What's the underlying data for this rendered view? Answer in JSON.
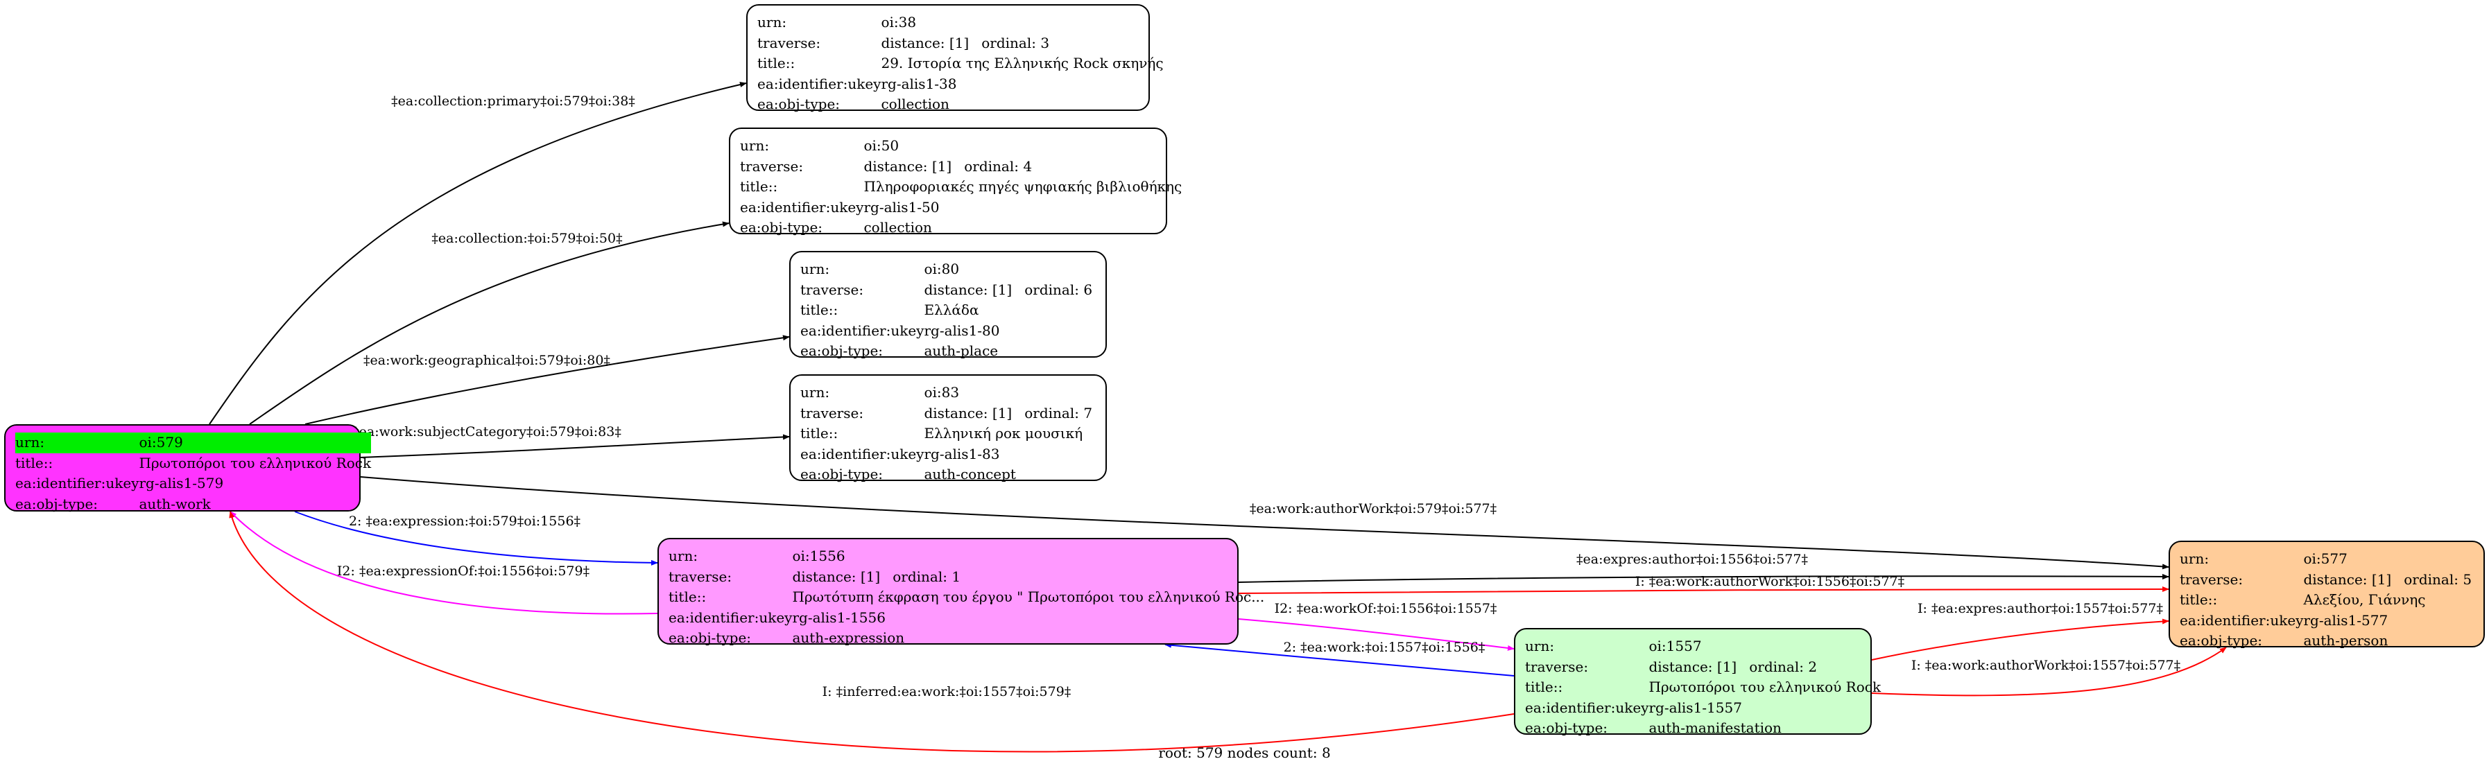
{
  "nodes": [
    {
      "id": "oi579",
      "bg": "#ff33ff",
      "highlight_first_row": true,
      "rows": [
        {
          "k": "urn:",
          "v": "oi:579"
        },
        {
          "k": "title::",
          "v": "Πρωτοπόροι του ελληνικού Rock"
        },
        {
          "k": "ea:identifier:ukey",
          "v": "rg-alis1-579"
        },
        {
          "k": "ea:obj-type:",
          "v": "auth-work"
        }
      ]
    },
    {
      "id": "oi38",
      "bg": "#ffffff",
      "rows": [
        {
          "k": "urn:",
          "v": "oi:38"
        },
        {
          "k": "traverse:",
          "v": "distance: [1]",
          "v2": "ordinal: 3"
        },
        {
          "k": "title::",
          "v": "29. Ιστορία της Ελληνικής Rock σκηνής"
        },
        {
          "k": "ea:identifier:ukey",
          "v": "rg-alis1-38"
        },
        {
          "k": "ea:obj-type:",
          "v": "collection"
        }
      ]
    },
    {
      "id": "oi50",
      "bg": "#ffffff",
      "rows": [
        {
          "k": "urn:",
          "v": "oi:50"
        },
        {
          "k": "traverse:",
          "v": "distance: [1]",
          "v2": "ordinal: 4"
        },
        {
          "k": "title::",
          "v": "Πληροφοριακές πηγές ψηφιακής βιβλιοθήκης"
        },
        {
          "k": "ea:identifier:ukey",
          "v": "rg-alis1-50"
        },
        {
          "k": "ea:obj-type:",
          "v": "collection"
        }
      ]
    },
    {
      "id": "oi80",
      "bg": "#ffffff",
      "rows": [
        {
          "k": "urn:",
          "v": "oi:80"
        },
        {
          "k": "traverse:",
          "v": "distance: [1]",
          "v2": "ordinal: 6"
        },
        {
          "k": "title::",
          "v": "Ελλάδα"
        },
        {
          "k": "ea:identifier:ukey",
          "v": "rg-alis1-80"
        },
        {
          "k": "ea:obj-type:",
          "v": "auth-place"
        }
      ]
    },
    {
      "id": "oi83",
      "bg": "#ffffff",
      "rows": [
        {
          "k": "urn:",
          "v": "oi:83"
        },
        {
          "k": "traverse:",
          "v": "distance: [1]",
          "v2": "ordinal: 7"
        },
        {
          "k": "title::",
          "v": "Ελληνική ροκ μουσική"
        },
        {
          "k": "ea:identifier:ukey",
          "v": "rg-alis1-83"
        },
        {
          "k": "ea:obj-type:",
          "v": "auth-concept"
        }
      ]
    },
    {
      "id": "oi1556",
      "bg": "#ff99ff",
      "rows": [
        {
          "k": "urn:",
          "v": "oi:1556"
        },
        {
          "k": "traverse:",
          "v": "distance: [1]",
          "v2": "ordinal: 1"
        },
        {
          "k": "title::",
          "v": "Πρωτότυπη έκφραση του έργου \" Πρωτοπόροι του ελληνικού Roc..."
        },
        {
          "k": "ea:identifier:ukey",
          "v": "rg-alis1-1556"
        },
        {
          "k": "ea:obj-type:",
          "v": "auth-expression"
        }
      ]
    },
    {
      "id": "oi1557",
      "bg": "#ccffcc",
      "rows": [
        {
          "k": "urn:",
          "v": "oi:1557"
        },
        {
          "k": "traverse:",
          "v": "distance: [1]",
          "v2": "ordinal: 2"
        },
        {
          "k": "title::",
          "v": "Πρωτοπόροι του ελληνικού Rock"
        },
        {
          "k": "ea:identifier:ukey",
          "v": "rg-alis1-1557"
        },
        {
          "k": "ea:obj-type:",
          "v": "auth-manifestation"
        }
      ]
    },
    {
      "id": "oi577",
      "bg": "#ffcc99",
      "rows": [
        {
          "k": "urn:",
          "v": "oi:577"
        },
        {
          "k": "traverse:",
          "v": "distance: [1]",
          "v2": "ordinal: 5"
        },
        {
          "k": "title::",
          "v": "Αλεξίου, Γιάννης"
        },
        {
          "k": "ea:identifier:ukey",
          "v": "rg-alis1-577"
        },
        {
          "k": "ea:obj-type:",
          "v": "auth-person"
        }
      ]
    }
  ],
  "edges": [
    {
      "id": "e1",
      "from": "oi579",
      "to": "oi38",
      "color": "#000000",
      "label": "‡ea:collection:primary‡oi:579‡oi:38‡"
    },
    {
      "id": "e2",
      "from": "oi579",
      "to": "oi50",
      "color": "#000000",
      "label": "‡ea:collection:‡oi:579‡oi:50‡"
    },
    {
      "id": "e3",
      "from": "oi579",
      "to": "oi80",
      "color": "#000000",
      "label": "‡ea:work:geographical‡oi:579‡oi:80‡"
    },
    {
      "id": "e4",
      "from": "oi579",
      "to": "oi83",
      "color": "#000000",
      "label": "‡ea:work:subjectCategory‡oi:579‡oi:83‡"
    },
    {
      "id": "e5",
      "from": "oi579",
      "to": "oi577",
      "color": "#000000",
      "label": "‡ea:work:authorWork‡oi:579‡oi:577‡"
    },
    {
      "id": "e6",
      "from": "oi579",
      "to": "oi1556",
      "color": "#0000ff",
      "label": "2: ‡ea:expression:‡oi:579‡oi:1556‡"
    },
    {
      "id": "e7",
      "from": "oi1556",
      "to": "oi579",
      "color": "#ff00ff",
      "label": "I2: ‡ea:expressionOf:‡oi:1556‡oi:579‡"
    },
    {
      "id": "e8",
      "from": "oi1556",
      "to": "oi577",
      "color": "#000000",
      "label": "‡ea:expres:author‡oi:1556‡oi:577‡"
    },
    {
      "id": "e9",
      "from": "oi1556",
      "to": "oi577",
      "color": "#ff0000",
      "label": "I: ‡ea:work:authorWork‡oi:1556‡oi:577‡"
    },
    {
      "id": "e10",
      "from": "oi1556",
      "to": "oi1557",
      "color": "#ff00ff",
      "label": "I2: ‡ea:workOf:‡oi:1556‡oi:1557‡"
    },
    {
      "id": "e11",
      "from": "oi1557",
      "to": "oi1556",
      "color": "#0000ff",
      "label": "2: ‡ea:work:‡oi:1557‡oi:1556‡"
    },
    {
      "id": "e12",
      "from": "oi1557",
      "to": "oi577",
      "color": "#ff0000",
      "label": "I: ‡ea:expres:author‡oi:1557‡oi:577‡"
    },
    {
      "id": "e13",
      "from": "oi1557",
      "to": "oi577",
      "color": "#ff0000",
      "label": "I: ‡ea:work:authorWork‡oi:1557‡oi:577‡"
    },
    {
      "id": "e14",
      "from": "oi1557",
      "to": "oi579",
      "color": "#ff0000",
      "label": "I: ‡inferred:ea:work:‡oi:1557‡oi:579‡"
    }
  ],
  "caption": "root: 579 nodes count: 8"
}
